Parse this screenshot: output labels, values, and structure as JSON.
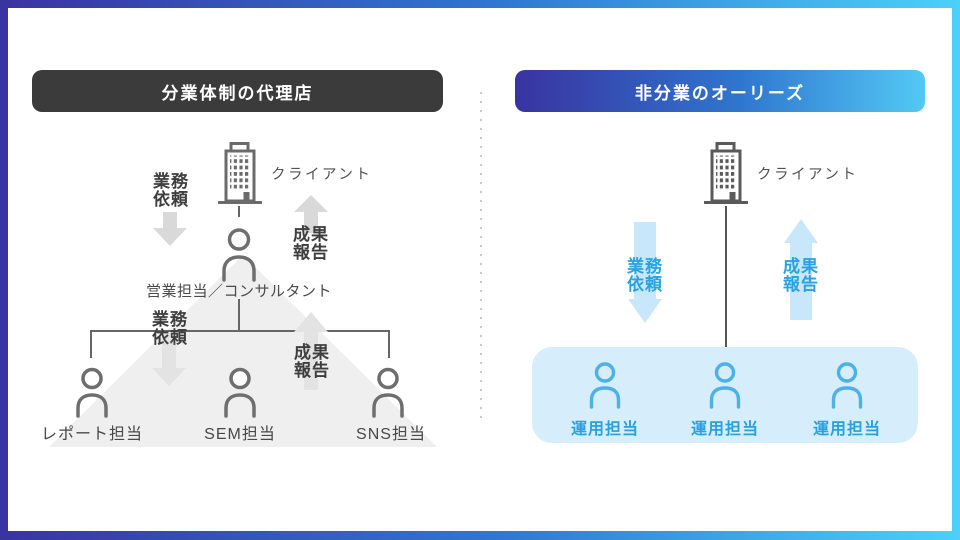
{
  "left_panel": {
    "header": "分業体制の代理店",
    "client": "クライアント",
    "request_top": "業務\n依頼",
    "report_top": "成果\n報告",
    "consultant": "営業担当／コンサルタント",
    "request_bottom": "業務\n依頼",
    "report_bottom": "成果\n報告",
    "members": [
      "レポート担当",
      "SEM担当",
      "SNS担当"
    ]
  },
  "right_panel": {
    "header": "非分業のオーリーズ",
    "client": "クライアント",
    "request": "業務\n依頼",
    "report": "成果\n報告",
    "members": [
      "運用担当",
      "運用担当",
      "運用担当"
    ]
  },
  "colors": {
    "frame_gradient_start": "#3a33a2",
    "frame_gradient_end": "#4bd1fa",
    "left_header_bg": "#3b3b3b",
    "right_header_gradient_start": "#3933a0",
    "right_header_gradient_end": "#53c9f4",
    "gray_arrow": "#d9d9d9",
    "blue_arrow": "#c9e7fb",
    "blue_text": "#29a2e2",
    "member_box_bg": "#d6edfb",
    "triangle_bg": "#efefef",
    "diagram_gray": "#666666"
  }
}
